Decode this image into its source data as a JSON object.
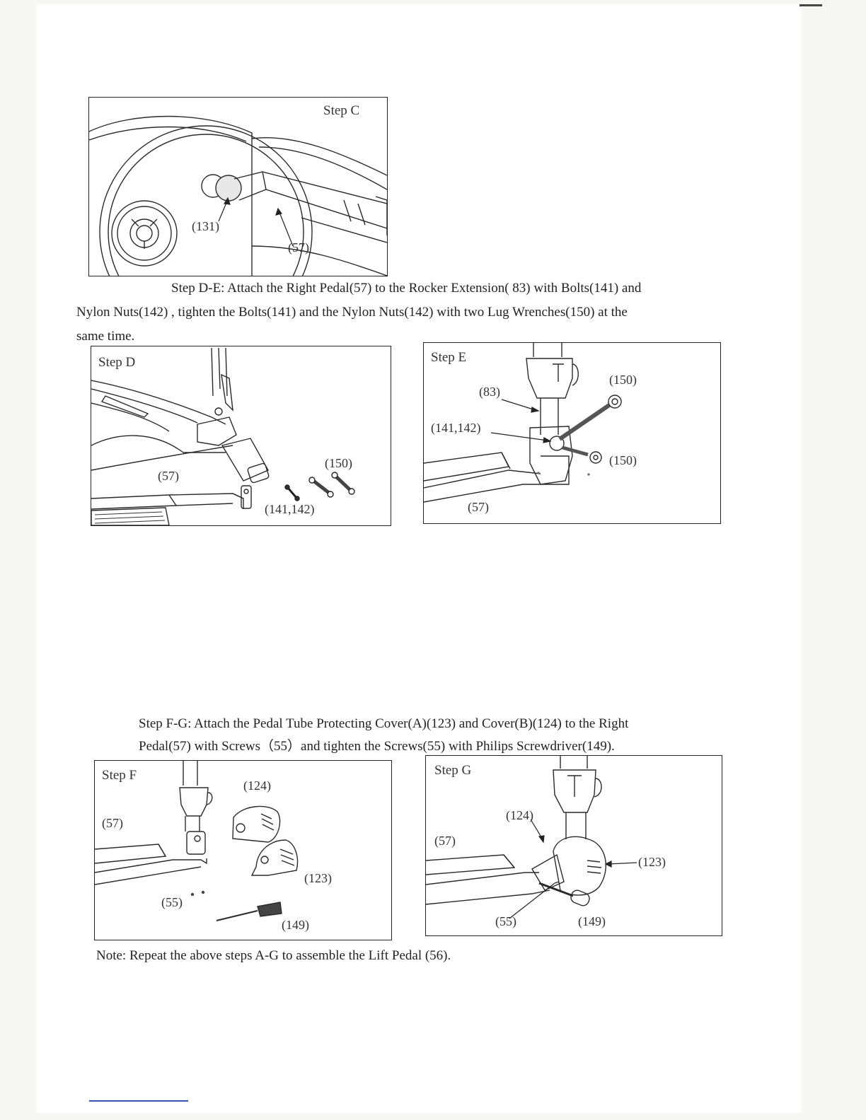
{
  "steps": {
    "c": {
      "label": "Step C",
      "callouts": [
        "(131)",
        "(57)"
      ]
    },
    "d": {
      "label": "Step D",
      "callouts": [
        "(57)",
        "(150)",
        "(141,142)"
      ]
    },
    "e": {
      "label": "Step E",
      "callouts": [
        "(83)",
        "(150)",
        "(141,142)",
        "(150)",
        "(57)"
      ]
    },
    "f": {
      "label": "Step F",
      "callouts": [
        "(124)",
        "(57)",
        "(123)",
        "(55)",
        "(149)"
      ]
    },
    "g": {
      "label": "Step G",
      "callouts": [
        "(124)",
        "(57)",
        "(123)",
        "(55)",
        "(149)"
      ]
    }
  },
  "text": {
    "de_line1": "Step D-E: Attach the Right Pedal(57) to the Rocker Extension( 83) with Bolts(141) and",
    "de_line2": "Nylon Nuts(142) , tighten the Bolts(141) and the Nylon Nuts(142) with two Lug Wrenches(150) at the",
    "de_line3": "same time.",
    "fg_line1": "Step F-G: Attach the Pedal Tube Protecting Cover(A)(123) and Cover(B)(124) to the Right",
    "fg_line2": "Pedal(57) with Screws（55）and tighten the Screws(55) with Philips Screwdriver(149).",
    "note": "Note: Repeat the above steps A-G to assemble the Lift Pedal (56)."
  }
}
